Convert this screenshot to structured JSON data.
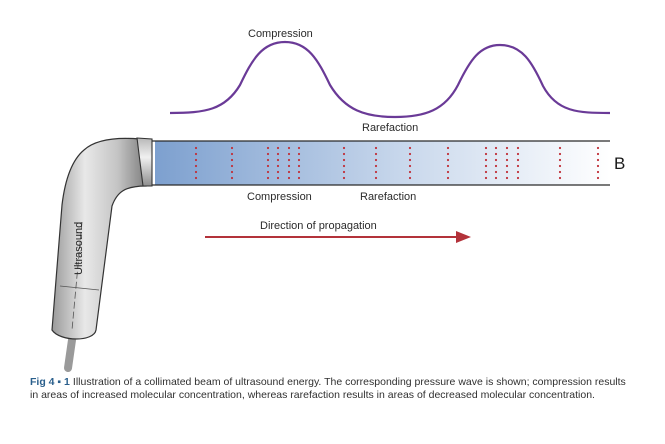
{
  "labels": {
    "top_compression": "Compression",
    "top_rarefaction": "Rarefaction",
    "beam_compression": "Compression",
    "beam_rarefaction": "Rarefaction",
    "beam_letter": "B",
    "direction": "Direction of propagation",
    "transducer": "Ultrasound"
  },
  "caption": {
    "fig_label": "Fig 4 ▪ 1",
    "text": "Illustration of a collimated beam of ultrasound energy. The corresponding pressure wave is shown; compression results in areas of increased molecular concentration, whereas rarefaction results in areas of decreased molecular concentration."
  },
  "colors": {
    "wave": "#6a3a97",
    "arrow": "#b3323a",
    "particles": "#c0313a",
    "beam_start": "#7da0cf",
    "beam_end": "#ffffff"
  }
}
